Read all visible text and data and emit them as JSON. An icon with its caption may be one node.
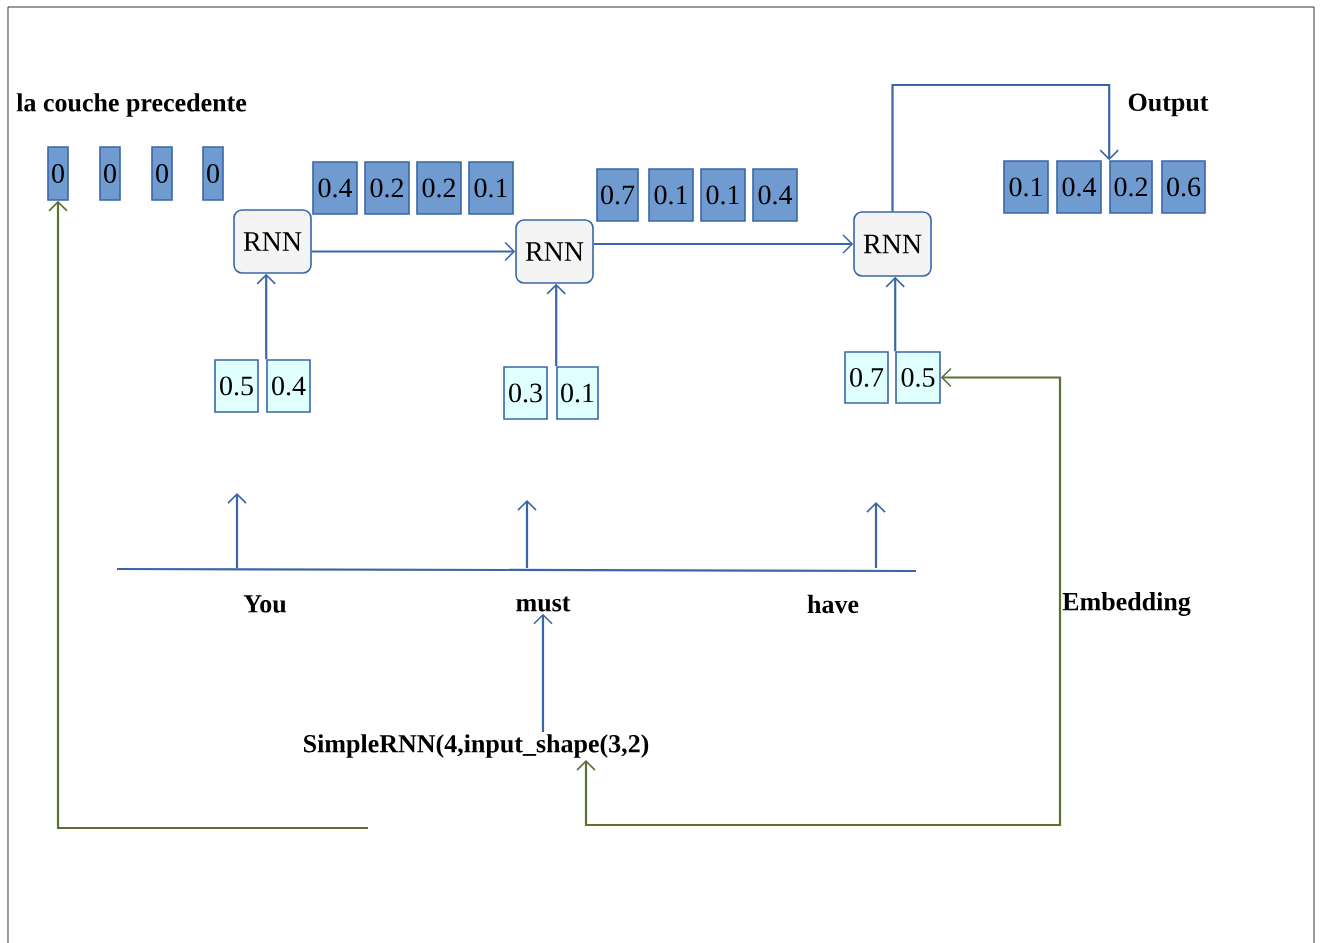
{
  "diagram": {
    "nodes": [
      {
        "text": [
          "0"
        ]
      },
      {
        "text": [
          "0"
        ]
      },
      {
        "text": [
          "0"
        ]
      },
      {
        "text": [
          "0"
        ]
      },
      {
        "text": [
          "0.4"
        ]
      },
      {
        "text": [
          "0.2"
        ]
      },
      {
        "text": [
          "0.2"
        ]
      },
      {
        "text": [
          "0.1"
        ]
      },
      {
        "text": [
          "RNN"
        ]
      },
      {
        "text": [
          "0.5"
        ]
      },
      {
        "text": [
          "0.4"
        ]
      },
      {
        "text": [
          "0.7"
        ]
      },
      {
        "text": [
          "0.1"
        ]
      },
      {
        "text": [
          "0.1"
        ]
      },
      {
        "text": [
          "0.4"
        ]
      },
      {
        "text": [
          "RNN"
        ]
      },
      {
        "text": [
          "0.3"
        ]
      },
      {
        "text": [
          "0.1"
        ]
      },
      {
        "text": [
          "RNN"
        ]
      },
      {
        "text": [
          "0.7"
        ]
      },
      {
        "text": [
          "0.5"
        ]
      },
      {
        "text": [
          "0.1"
        ]
      },
      {
        "text": [
          "0.4"
        ]
      },
      {
        "text": [
          "0.2"
        ]
      },
      {
        "text": [
          "0.6"
        ]
      },
      {
        "text": [
          "must"
        ]
      },
      {
        "text": [
          "SimpleRNN(4,input_shape(3,2)"
        ]
      },
      {
        "text": [
          "Embedding"
        ]
      }
    ],
    "edges": [
      {
        "from": 8,
        "to": 15,
        "arrow": "to"
      },
      {
        "from": 15,
        "to": 18,
        "arrow": "to"
      },
      {
        "from": 10,
        "to": 8,
        "arrow": "to"
      },
      {
        "from": 17,
        "to": 15,
        "arrow": "to"
      },
      {
        "from": 20,
        "to": 18,
        "arrow": "to"
      },
      {
        "from": 18,
        "to": 23,
        "arrow": "to"
      },
      {
        "from": 26,
        "to": 25,
        "arrow": "to"
      },
      {
        "from": 27,
        "to": 20,
        "arrow": "to",
        "color": "#5b7033"
      },
      {
        "from": 27,
        "to": 26,
        "arrow": "to",
        "color": "#5b7033"
      },
      {
        "from": null,
        "to": 0,
        "arrow": "to",
        "color": "#5b7033"
      }
    ],
    "labels": [
      "la couche precedente",
      "Output",
      "You",
      "have"
    ]
  }
}
